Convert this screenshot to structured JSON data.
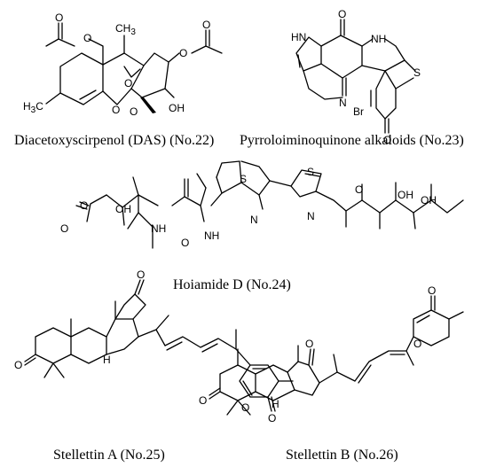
{
  "compounds": [
    {
      "caption": "Diacetoxyscirpenol (DAS) (No.22)",
      "atoms": {
        "o1": "O",
        "o2": "O",
        "ch3a": "CH",
        "ch3a_sub": "3",
        "o3": "O",
        "o4": "O",
        "o5": "O",
        "h3c": "H",
        "h3c_sub": "3",
        "h3c_c": "C",
        "o6": "O",
        "o7": "O",
        "oh": "OH"
      }
    },
    {
      "caption": "Pyrroloiminoquinone alkaloids (No.23)",
      "atoms": {
        "hn1": "HN",
        "o1": "O",
        "nh1": "NH",
        "s1": "S",
        "n1": "N",
        "br": "Br",
        "o2": "O"
      }
    },
    {
      "caption": "Hoiamide D (No.24)",
      "atoms": {
        "o1": "O",
        "o2": "O",
        "oh1": "OH",
        "nh1": "NH",
        "o3": "O",
        "nh2": "NH",
        "s1": "S",
        "n1": "N",
        "s2": "S",
        "n2": "N",
        "o4": "O",
        "oh2": "OH",
        "oh3": "OH"
      }
    },
    {
      "caption": "Stellettin A (No.25)",
      "atoms": {
        "o1": "O",
        "o2": "O",
        "h1": "H",
        "o3": "O",
        "o4": "O"
      }
    },
    {
      "caption": "Stellettin B (No.26)",
      "atoms": {
        "o1": "O",
        "o2": "O",
        "o3": "O",
        "h1": "H",
        "o4": "O"
      }
    }
  ]
}
